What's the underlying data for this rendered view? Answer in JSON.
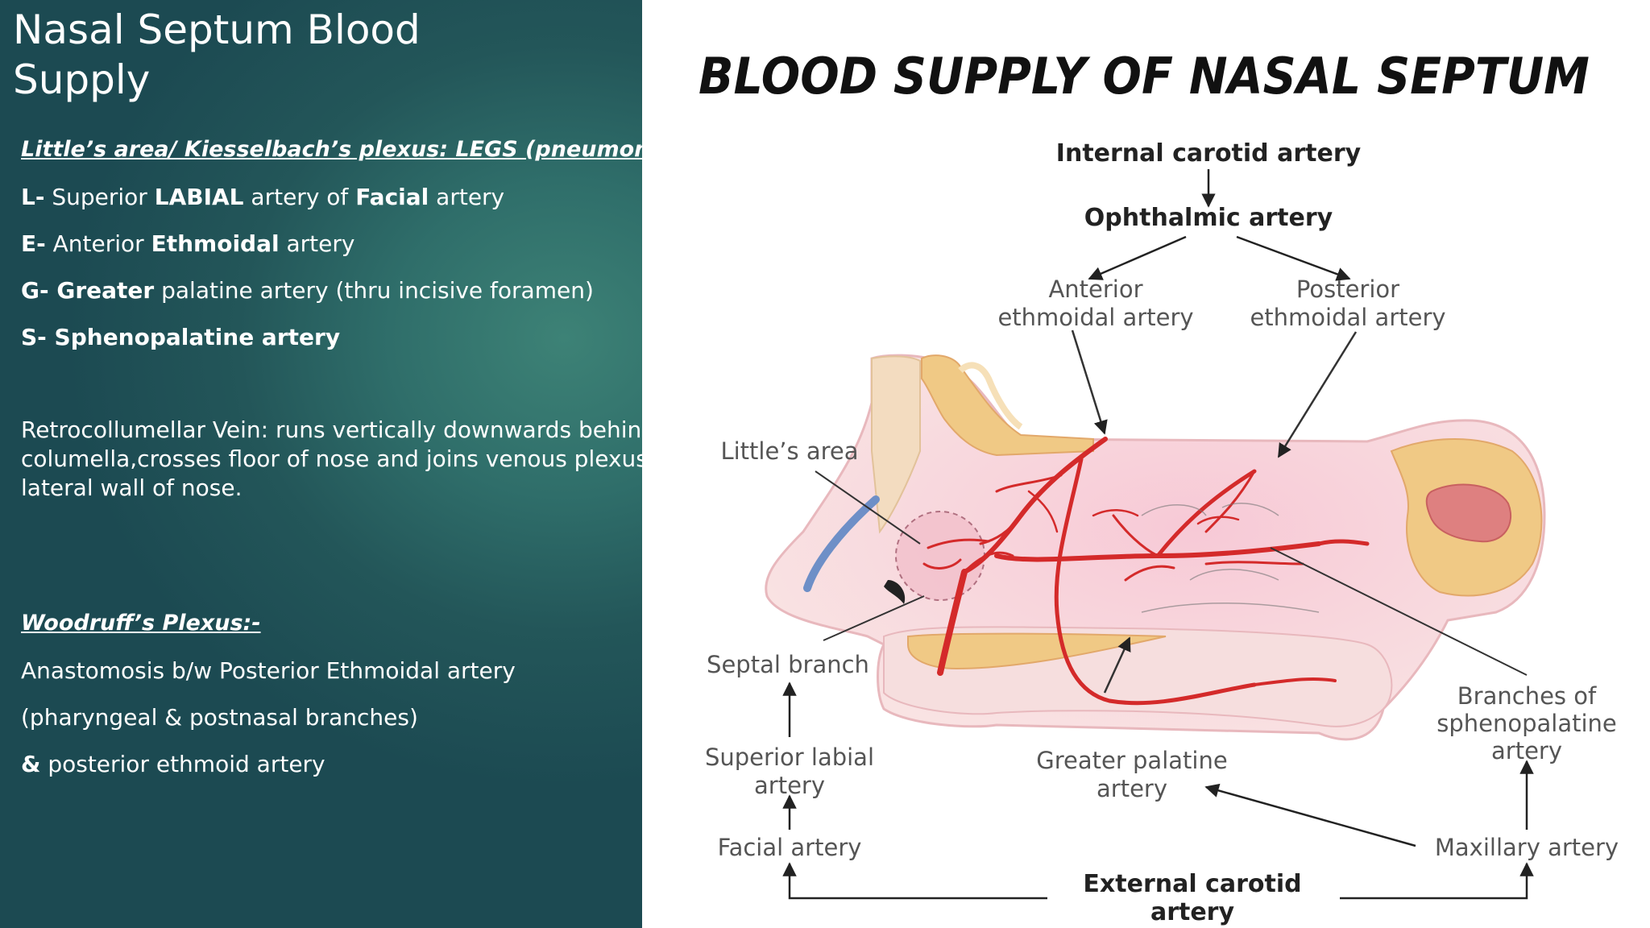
{
  "slide": {
    "title_line1": "Nasal Septum Blood",
    "title_line2": "Supply",
    "littles_area_heading": "Little’s area/ Kiesselbach’s plexus: LEGS (pneumonic)",
    "legs": [
      {
        "letter": "L-",
        "pre": " Superior ",
        "bold1": "LABIAL",
        "mid": " artery of ",
        "bold2": "Facial",
        "post": " artery"
      },
      {
        "letter": "E-",
        "pre": " Anterior ",
        "bold1": "Ethmoidal",
        "mid": " artery",
        "bold2": "",
        "post": ""
      },
      {
        "letter": "G- ",
        "pre": "",
        "bold1": "Greater",
        "mid": " palatine artery (thru incisive foramen)",
        "bold2": "",
        "post": ""
      },
      {
        "letter": "S- ",
        "pre": "",
        "bold1": "Sphenopalatine artery",
        "mid": "",
        "bold2": "",
        "post": ""
      }
    ],
    "retro_line1": "Retrocollumellar Vein: runs vertically downwards behind",
    "retro_line2": "columella,crosses floor of nose and joins venous plexus on",
    "retro_line3": "lateral wall of nose.",
    "woodruff_heading": "Woodruff’s Plexus:-",
    "woodruff_line1": "Anastomosis  b/w Posterior Ethmoidal artery",
    "woodruff_line2": "(pharyngeal & postnasal branches)",
    "woodruff_line3_bold": "&",
    "woodruff_line3": " posterior ethmoid artery"
  },
  "diagram": {
    "title": "BLOOD SUPPLY OF NASAL SEPTUM",
    "internal_carotid": "Internal carotid artery",
    "ophthalmic": "Ophthalmic artery",
    "anterior_ethmoidal_1": "Anterior",
    "anterior_ethmoidal_2": "ethmoidal artery",
    "posterior_ethmoidal_1": "Posterior",
    "posterior_ethmoidal_2": "ethmoidal artery",
    "littles_area": "Little’s area",
    "septal_branch": "Septal branch",
    "superior_labial_1": "Superior labial",
    "superior_labial_2": "artery",
    "facial_artery": "Facial artery",
    "greater_palatine_1": "Greater palatine",
    "greater_palatine_2": "artery",
    "sphenopalatine_1": "Branches of",
    "sphenopalatine_2": "sphenopalatine",
    "sphenopalatine_3": "artery",
    "maxillary_artery": "Maxillary artery",
    "external_carotid_1": "External carotid",
    "external_carotid_2": "artery"
  },
  "colors": {
    "slide_bg_dark": "#1c4a52",
    "slide_bg_light": "#3d8276",
    "artery_red": "#d42a2a",
    "bone_tan": "#f0c985",
    "mucosa_pink": "#f6d2d4"
  }
}
